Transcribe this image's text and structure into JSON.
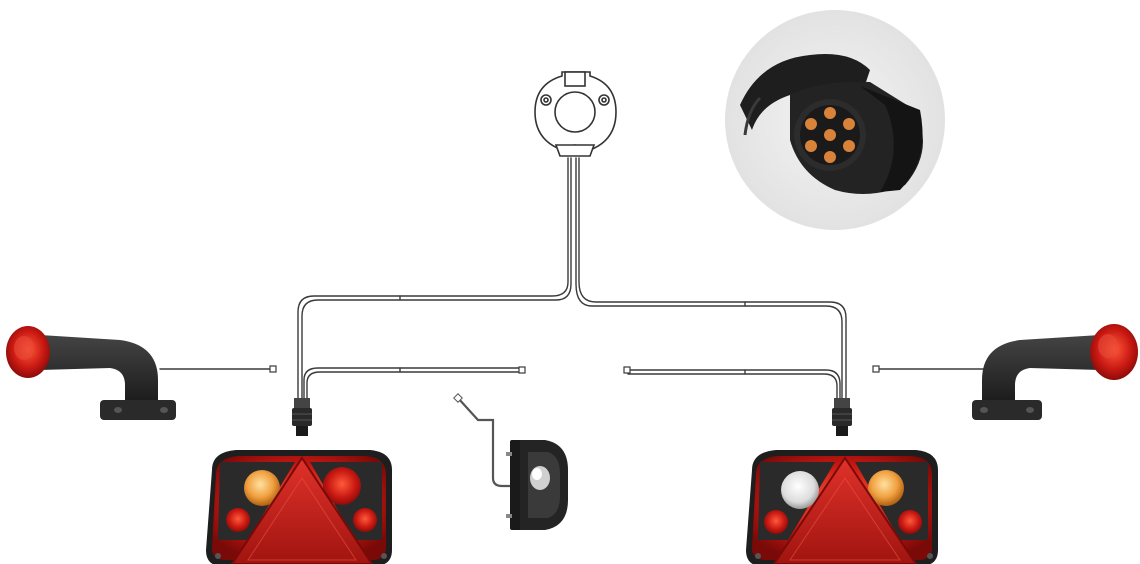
{
  "scene": {
    "background": "#ffffff",
    "colors": {
      "wire": "#3a3a3a",
      "lens_red": "#c81812",
      "lens_dark_red": "#8a0c0a",
      "lens_amber": "#f0a040",
      "lens_clear": "#e8e8e8",
      "housing": "#1e1e1e",
      "rubber_arm": "#2a2a2a",
      "photo_backdrop": "#ececec"
    },
    "components": [
      {
        "name": "socket-diagram",
        "icon": "7-pin-socket-front-view"
      },
      {
        "name": "socket-photo",
        "icon": "7-pin-socket-with-cover-photo"
      },
      {
        "name": "marker-light-left",
        "icon": "rubber-arm-side-marker-light"
      },
      {
        "name": "marker-light-right",
        "icon": "rubber-arm-side-marker-light"
      },
      {
        "name": "rear-lamp-left",
        "icon": "triangle-rear-combination-lamp"
      },
      {
        "name": "rear-lamp-right",
        "icon": "triangle-rear-combination-lamp"
      },
      {
        "name": "plate-light",
        "icon": "number-plate-light"
      },
      {
        "name": "wiring-harness",
        "icon": "cable-harness"
      }
    ]
  }
}
